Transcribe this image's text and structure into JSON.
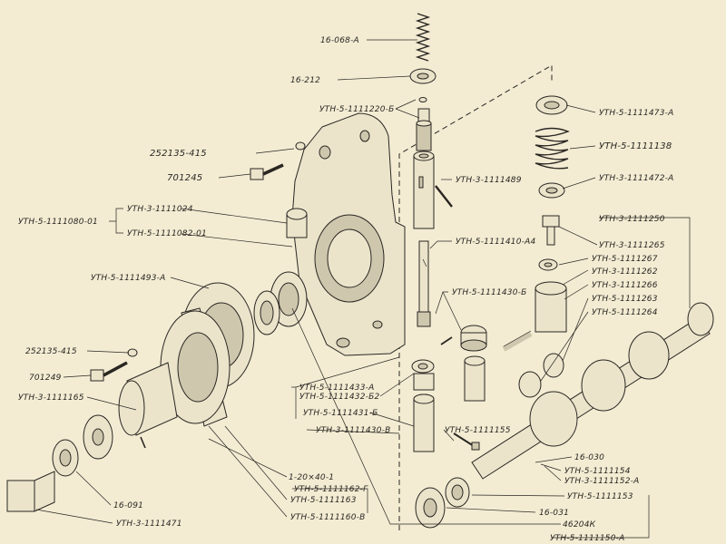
{
  "diagram": {
    "labels": {
      "l01": "16-068-А",
      "l02": "16-212",
      "l03": "УТН-5-1111220-Б",
      "l04": "252135-415",
      "l05": "701245",
      "l06": "УТН-3-1111024",
      "l07": "УТН-5-1111080-01",
      "l08": "УТН-5-1111082-01",
      "l09": "УТН-3-1111489",
      "l10": "УТН-5-1111410-А4",
      "l11": "УТН-5-1111473-А",
      "l12": "УТН-5-1111138",
      "l13": "УТН-3-1111472-А",
      "l14": "УТН-3-1111250",
      "l15": "УТН-3-1111265",
      "l16": "УТН-5-1111267",
      "l17": "УТН-3-1111262",
      "l18": "УТН-3-1111266",
      "l19": "УТН-5-1111263",
      "l20": "УТН-5-1111264",
      "l21": "УТН-5-1111493-А",
      "l22": "УТН-5-1111430-Б",
      "l23": "252135-415",
      "l24": "701249",
      "l25": "УТН-3-1111165",
      "l26": "УТН-5-1111433-А",
      "l27": "УТН-5-1111432-Б2",
      "l28": "УТН-5-1111431-Б",
      "l29": "УТН-3-1111430-В",
      "l30": "УТН-5-1111155",
      "l31": "16-030",
      "l32": "УТН-5-1111154",
      "l33": "УТН-3-1111152-А",
      "l34": "1-20×40-1",
      "l35": "УТН-5-1111162-Г",
      "l36": "УТН-5-1111153",
      "l37": "УТН-5-1111163",
      "l38": "16-091",
      "l39": "УТН-5-1111160-В",
      "l40": "16-031",
      "l41": "УТН-3-1111471",
      "l42": "46204К",
      "l43": "УТН-5-1111150-А"
    }
  }
}
